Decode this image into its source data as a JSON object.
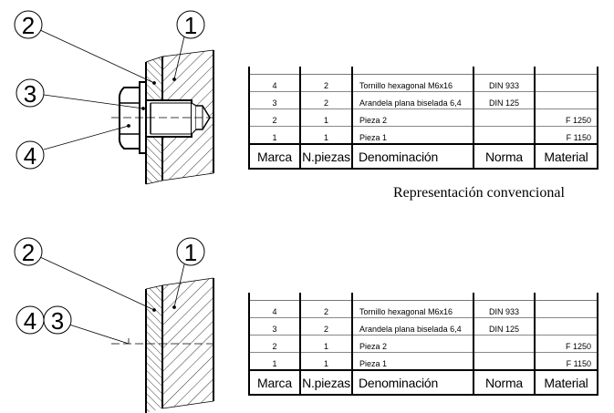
{
  "caption": "Representación convencional",
  "drawings": [
    {
      "name": "detailed",
      "balloons": [
        "2",
        "1",
        "3",
        "4"
      ]
    },
    {
      "name": "conventional",
      "balloons": [
        "2",
        "1",
        "4",
        "3"
      ]
    }
  ],
  "bom": {
    "headers": [
      "Marca",
      "N.piezas",
      "Denominación",
      "Norma",
      "Material"
    ],
    "rows": [
      {
        "marca": "4",
        "piezas": "2",
        "denominacion": "Tornillo hexagonal M6x16",
        "norma": "DIN 933",
        "material": ""
      },
      {
        "marca": "3",
        "piezas": "2",
        "denominacion": "Arandela plana biselada 6,4",
        "norma": "DIN 125",
        "material": ""
      },
      {
        "marca": "2",
        "piezas": "1",
        "denominacion": "Pieza 2",
        "norma": "",
        "material": "F 1250"
      },
      {
        "marca": "1",
        "piezas": "1",
        "denominacion": "Pieza 1",
        "norma": "",
        "material": "F 1150"
      }
    ]
  }
}
